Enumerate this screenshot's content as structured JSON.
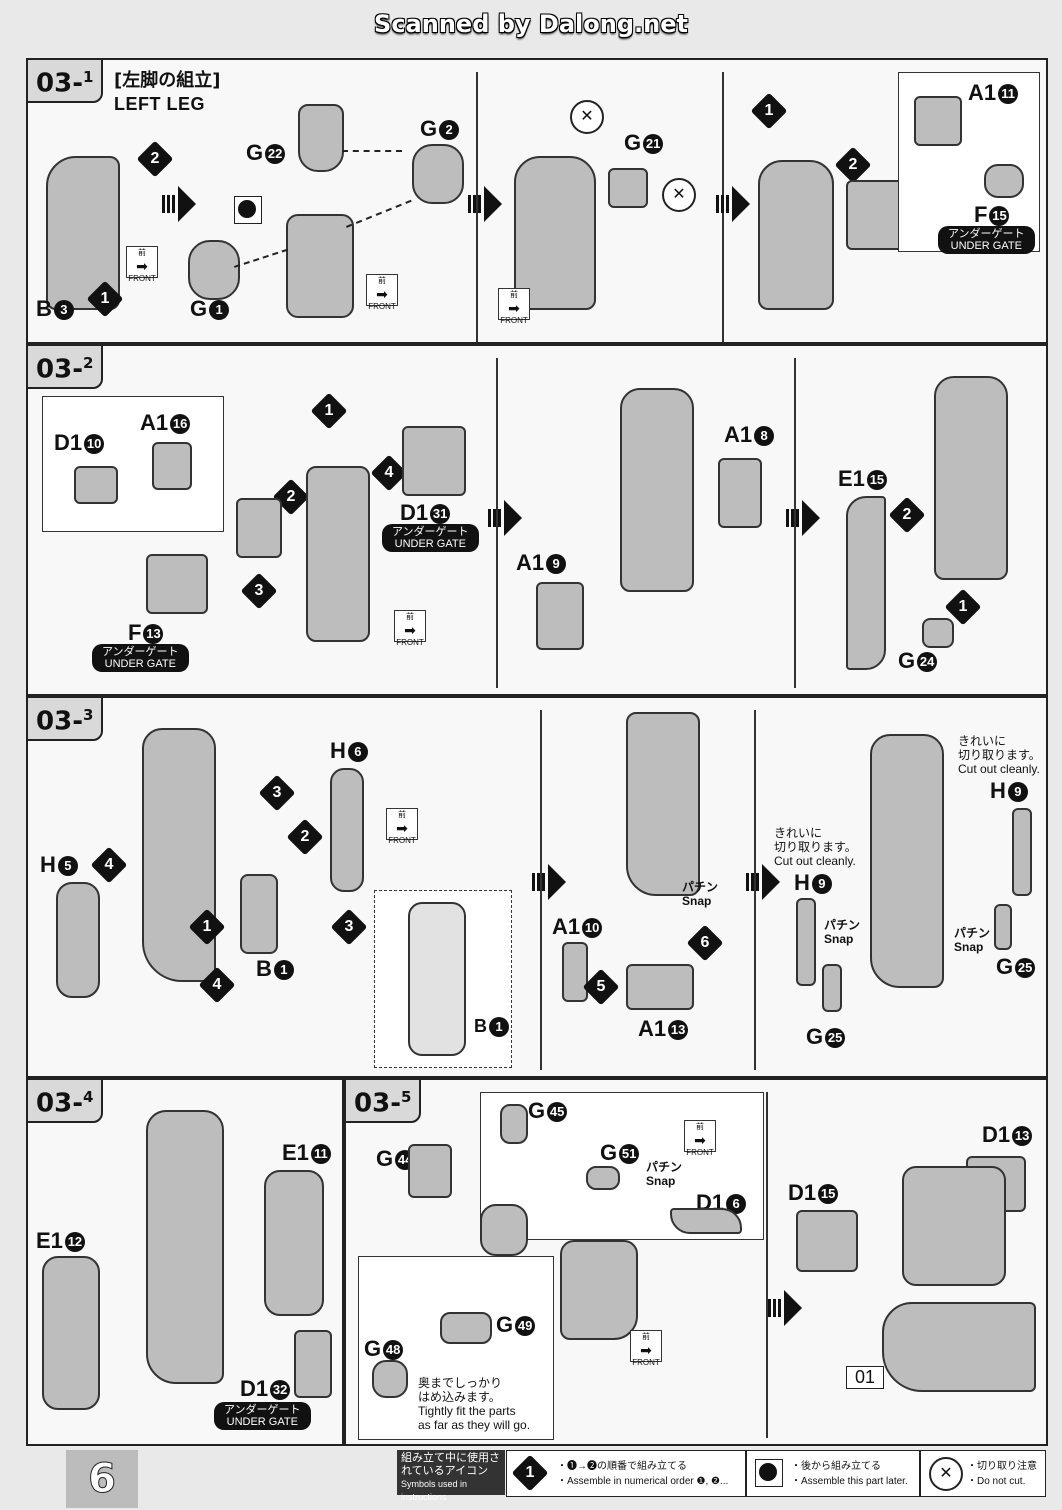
{
  "banner": "Scanned by Dalong.net",
  "page_number": "6",
  "steps": {
    "s1": {
      "label": "03",
      "sub": "1",
      "title_jp": "[左脚の組立]",
      "title_en": "LEFT LEG"
    },
    "s2": {
      "label": "03",
      "sub": "2"
    },
    "s3": {
      "label": "03",
      "sub": "3"
    },
    "s4": {
      "label": "03",
      "sub": "4"
    },
    "s5": {
      "label": "03",
      "sub": "5"
    }
  },
  "parts": {
    "b3": "B",
    "b3n": "3",
    "g22": "G",
    "g22n": "22",
    "g2": "G",
    "g2n": "2",
    "g1": "G",
    "g1n": "1",
    "g21": "G",
    "g21n": "21",
    "a111": "A1",
    "a111n": "11",
    "f15": "F",
    "f15n": "15",
    "d110": "D1",
    "d110n": "10",
    "a116": "A1",
    "a116n": "16",
    "d131": "D1",
    "d131n": "31",
    "f13": "F",
    "f13n": "13",
    "a18": "A1",
    "a18n": "8",
    "a19": "A1",
    "a19n": "9",
    "e115": "E1",
    "e115n": "15",
    "g24": "G",
    "g24n": "24",
    "h6": "H",
    "h6n": "6",
    "h5": "H",
    "h5n": "5",
    "b1": "B",
    "b1n": "1",
    "b1b": "B",
    "b1bn": "1",
    "a110": "A1",
    "a110n": "10",
    "a113": "A1",
    "a113n": "13",
    "h9a": "H",
    "h9an": "9",
    "h9b": "H",
    "h9bn": "9",
    "g25a": "G",
    "g25an": "25",
    "g25b": "G",
    "g25bn": "25",
    "e111": "E1",
    "e111n": "11",
    "e112": "E1",
    "e112n": "12",
    "d132": "D1",
    "d132n": "32",
    "g45": "G",
    "g45n": "45",
    "g51": "G",
    "g51n": "51",
    "g44": "G",
    "g44n": "44",
    "d16": "D1",
    "d16n": "6",
    "g48": "G",
    "g48n": "48",
    "g49": "G",
    "g49n": "49",
    "d113": "D1",
    "d113n": "13",
    "d115": "D1",
    "d115n": "15",
    "o1": "01"
  },
  "labels": {
    "front_jp": "前",
    "front_en": "FRONT",
    "under_gate_jp": "アンダーゲート",
    "under_gate_en": "UNDER GATE",
    "cut_jp": "きれいに\n切り取ります。",
    "cut_en": "Cut out cleanly.",
    "snap_jp": "パチン",
    "snap_en": "Snap",
    "tight_jp": "奥までしっかり\nはめ込みます。",
    "tight_en": "Tightly fit the parts\nas far as they will go."
  },
  "legend": {
    "head_jp": "組み立て中に使用されているアイコン",
    "head_en": "Symbols used in instructions",
    "i1_jp": "・❶→❷の順番で組み立てる",
    "i1_en": "・Assemble in numerical order ❶, ❷...",
    "i2_jp": "・後から組み立てる",
    "i2_en": "・Assemble this part later.",
    "i3_jp": "・切り取り注意",
    "i3_en": "・Do not cut."
  }
}
